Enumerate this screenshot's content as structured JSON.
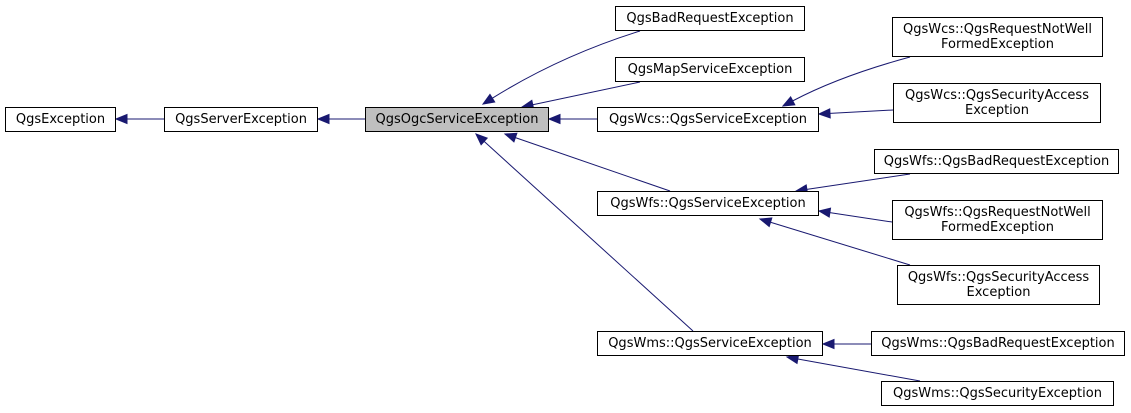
{
  "colors": {
    "edge": "#191970",
    "current_fill": "#bfbfbf",
    "node_border": "#000000"
  },
  "nodes": [
    {
      "id": "qgs-exception",
      "label": "QgsException"
    },
    {
      "id": "qgs-server-exception",
      "label": "QgsServerException"
    },
    {
      "id": "qgs-ogc-service-exception",
      "label": "QgsOgcServiceException",
      "current": true
    },
    {
      "id": "qgs-bad-request-exception",
      "label": "QgsBadRequestException"
    },
    {
      "id": "qgs-map-service-exception",
      "label": "QgsMapServiceException"
    },
    {
      "id": "qgs-wcs-service-exception",
      "label": "QgsWcs::QgsServiceException"
    },
    {
      "id": "qgs-wcs-request-not-well-formed-exception",
      "label": "QgsWcs::QgsRequestNotWell\nFormedException"
    },
    {
      "id": "qgs-wcs-security-access-exception",
      "label": "QgsWcs::QgsSecurityAccess\nException"
    },
    {
      "id": "qgs-wfs-service-exception",
      "label": "QgsWfs::QgsServiceException"
    },
    {
      "id": "qgs-wfs-bad-request-exception",
      "label": "QgsWfs::QgsBadRequestException"
    },
    {
      "id": "qgs-wfs-request-not-well-formed-exception",
      "label": "QgsWfs::QgsRequestNotWell\nFormedException"
    },
    {
      "id": "qgs-wfs-security-access-exception",
      "label": "QgsWfs::QgsSecurityAccess\nException"
    },
    {
      "id": "qgs-wms-service-exception",
      "label": "QgsWms::QgsServiceException"
    },
    {
      "id": "qgs-wms-bad-request-exception",
      "label": "QgsWms::QgsBadRequestException"
    },
    {
      "id": "qgs-wms-security-exception",
      "label": "QgsWms::QgsSecurityException"
    }
  ],
  "edges": [
    {
      "from": "qgs-server-exception",
      "to": "qgs-exception"
    },
    {
      "from": "qgs-ogc-service-exception",
      "to": "qgs-server-exception"
    },
    {
      "from": "qgs-bad-request-exception",
      "to": "qgs-ogc-service-exception"
    },
    {
      "from": "qgs-map-service-exception",
      "to": "qgs-ogc-service-exception"
    },
    {
      "from": "qgs-wcs-service-exception",
      "to": "qgs-ogc-service-exception"
    },
    {
      "from": "qgs-wfs-service-exception",
      "to": "qgs-ogc-service-exception"
    },
    {
      "from": "qgs-wms-service-exception",
      "to": "qgs-ogc-service-exception"
    },
    {
      "from": "qgs-wcs-request-not-well-formed-exception",
      "to": "qgs-wcs-service-exception"
    },
    {
      "from": "qgs-wcs-security-access-exception",
      "to": "qgs-wcs-service-exception"
    },
    {
      "from": "qgs-wfs-bad-request-exception",
      "to": "qgs-wfs-service-exception"
    },
    {
      "from": "qgs-wfs-request-not-well-formed-exception",
      "to": "qgs-wfs-service-exception"
    },
    {
      "from": "qgs-wfs-security-access-exception",
      "to": "qgs-wfs-service-exception"
    },
    {
      "from": "qgs-wms-bad-request-exception",
      "to": "qgs-wms-service-exception"
    },
    {
      "from": "qgs-wms-security-exception",
      "to": "qgs-wms-service-exception"
    }
  ]
}
